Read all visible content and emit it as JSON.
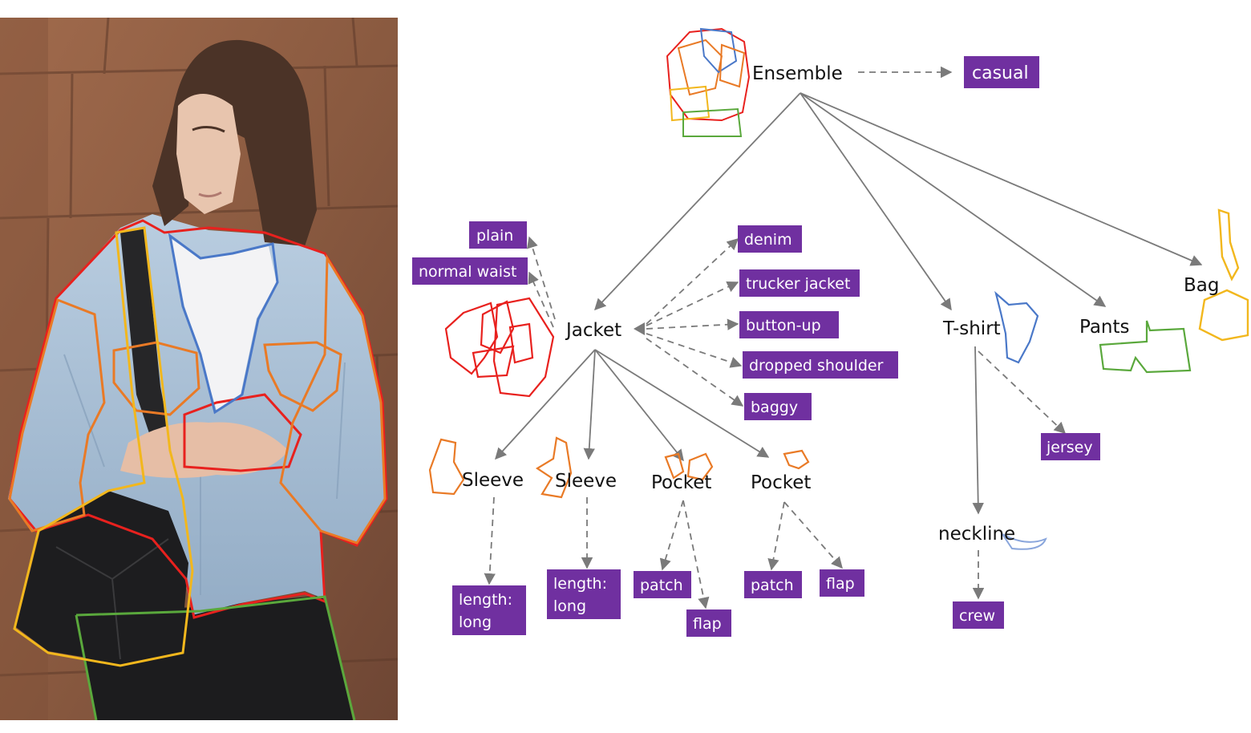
{
  "colors": {
    "attribute_fill": "#7030a0",
    "attribute_text": "#ffffff",
    "edge": "#7a7a7a",
    "ensemble_outline": "#e8211e",
    "jacket_outline": "#e8211e",
    "part_outline": "#e97a26",
    "tshirt_outline": "#4a78c8",
    "pants_outline": "#5aa83c",
    "bag_outline": "#f2b71d"
  },
  "nodes": {
    "ensemble": "Ensemble",
    "jacket": "Jacket",
    "tshirt": "T-shirt",
    "pants": "Pants",
    "bag": "Bag",
    "sleeve_left": "Sleeve",
    "sleeve_right": "Sleeve",
    "pocket_left": "Pocket",
    "pocket_right": "Pocket",
    "neckline": "neckline"
  },
  "attributes": {
    "ensemble_style": "casual",
    "jacket_plain": "plain",
    "jacket_waist": "normal waist",
    "jacket_denim": "denim",
    "jacket_trucker": "trucker jacket",
    "jacket_button": "button-up",
    "jacket_shoulder": "dropped shoulder",
    "jacket_baggy": "baggy",
    "tshirt_jersey": "jersey",
    "neckline_crew": "crew",
    "sleeve_left_length": [
      "length:",
      "long"
    ],
    "sleeve_right_length": [
      "length:",
      "long"
    ],
    "pocket_left_patch": "patch",
    "pocket_left_flap": "flap",
    "pocket_right_patch": "patch",
    "pocket_right_flap": "flap"
  }
}
